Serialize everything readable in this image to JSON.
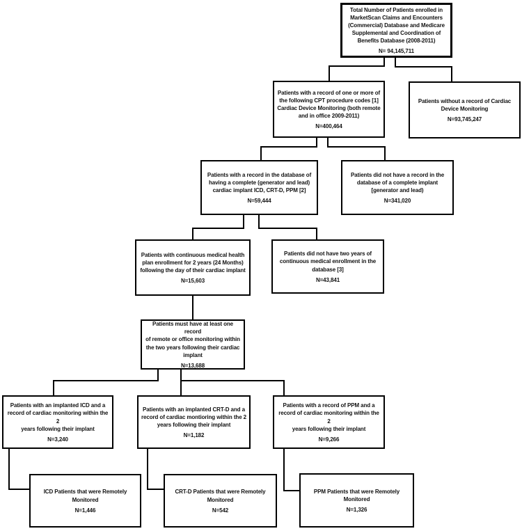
{
  "colors": {
    "border": "#000000",
    "background": "#ffffff",
    "text": "#111111"
  },
  "nodes": [
    {
      "id": "total-enrolled",
      "text": "Total Number of Patients enrolled in\nMarketScan Claims and Encounters\n(Commercial) Database and Medicare\nSupplemental and Coordination of\nBenefits Database (2008-2011)",
      "n": "N= 94,145,711"
    },
    {
      "id": "cpt-monitoring",
      "text": "Patients with a record of one or more of\nthe following CPT procedure codes [1]\nCardiac Device Monitoring (both remote\nand in office 2009-2011)",
      "n": "N=400,464"
    },
    {
      "id": "no-monitoring-record",
      "text": "Patients without a record of Cardiac\nDevice Monitoring",
      "n": "N=93,745,247"
    },
    {
      "id": "complete-implant",
      "text": "Patients with a record in the database of\nhaving a complete (generator and lead)\ncardiac implant ICD, CRT-D, PPM [2]",
      "n": "N=59,444"
    },
    {
      "id": "no-complete-implant",
      "text": "Patients did not have a record in the\ndatabase of a complete implant\n[generator and lead)",
      "n": "N=341,020"
    },
    {
      "id": "continuous-enrollment",
      "text": "Patients with continuous medical health\nplan enrollment for 2 years (24 Months)\nfollowing the day of their cardiac implant",
      "n": "N=15,603"
    },
    {
      "id": "no-continuous-enrollment",
      "text": "Patients did not have two years of\ncontinuous medical enrollment in the\ndatabase [3]",
      "n": "N=43,841"
    },
    {
      "id": "monitoring-record",
      "text": "Patients must have at least one record\nof remote or office monitoring within\nthe two years following their cardiac\nimplant",
      "n": "N=13,688"
    },
    {
      "id": "icd-monitored",
      "text": "Patients with an implanted ICD and a\nrecord of cardiac monitoring within the 2\nyears following their implant",
      "n": "N=3,240"
    },
    {
      "id": "crtd-monitored",
      "text": "Patients with an implanted CRT-D and a\nrecord of cardiac montioring within the 2\nyears following their implant",
      "n": "N=1,182"
    },
    {
      "id": "ppm-monitored",
      "text": "Patients with a record of PPM and a\nrecord of cardiac monitoring within the 2\nyears following their implant",
      "n": "N=9,266"
    },
    {
      "id": "icd-remote",
      "text": "ICD Patients that were Remotely\nMonitored",
      "n": "N=1,446"
    },
    {
      "id": "crtd-remote",
      "text": "CRT-D Patients that were Remotely\nMonitored",
      "n": "N=542"
    },
    {
      "id": "ppm-remote",
      "text": "PPM Patients that were Remotely\nMonitored",
      "n": "N=1,326"
    }
  ]
}
